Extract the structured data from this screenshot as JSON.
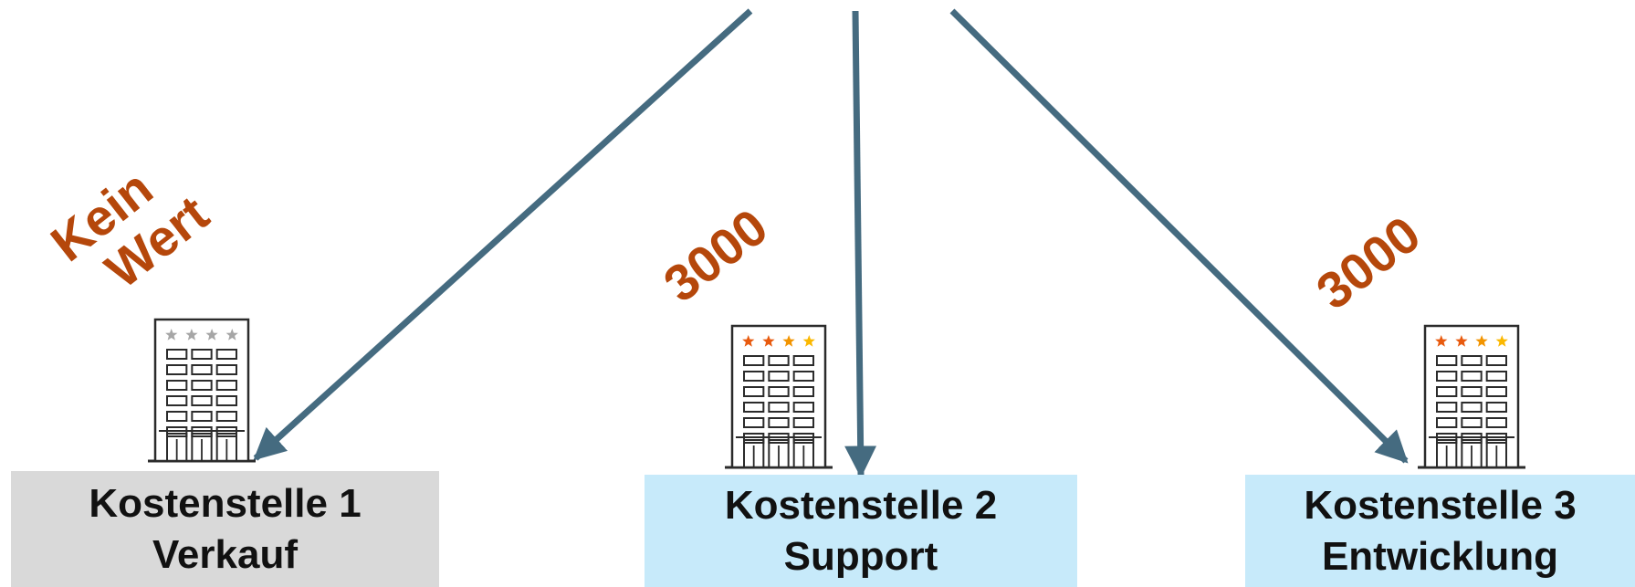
{
  "colors": {
    "arrow": "#456b80",
    "value_label": "#b5470b",
    "cost_center_inactive": "#d9d9d9",
    "cost_center_active": "#c7eafa",
    "star_inactive": "#a6a6a6",
    "star_active_1": "#e85a0e",
    "star_active_2": "#f29400",
    "star_active_3": "#fbb800"
  },
  "cost_centers": [
    {
      "line1": "Kostenstelle 1",
      "line2": "Verkauf",
      "state": "inactive",
      "value_line1": "Kein",
      "value_line2": "Wert"
    },
    {
      "line1": "Kostenstelle 2",
      "line2": "Support",
      "state": "active",
      "value_line1": "3000"
    },
    {
      "line1": "Kostenstelle 3",
      "line2": "Entwicklung",
      "state": "active",
      "value_line1": "3000"
    }
  ],
  "icons": {
    "building": "office-building-icon",
    "stars": "star-rating-icon"
  }
}
